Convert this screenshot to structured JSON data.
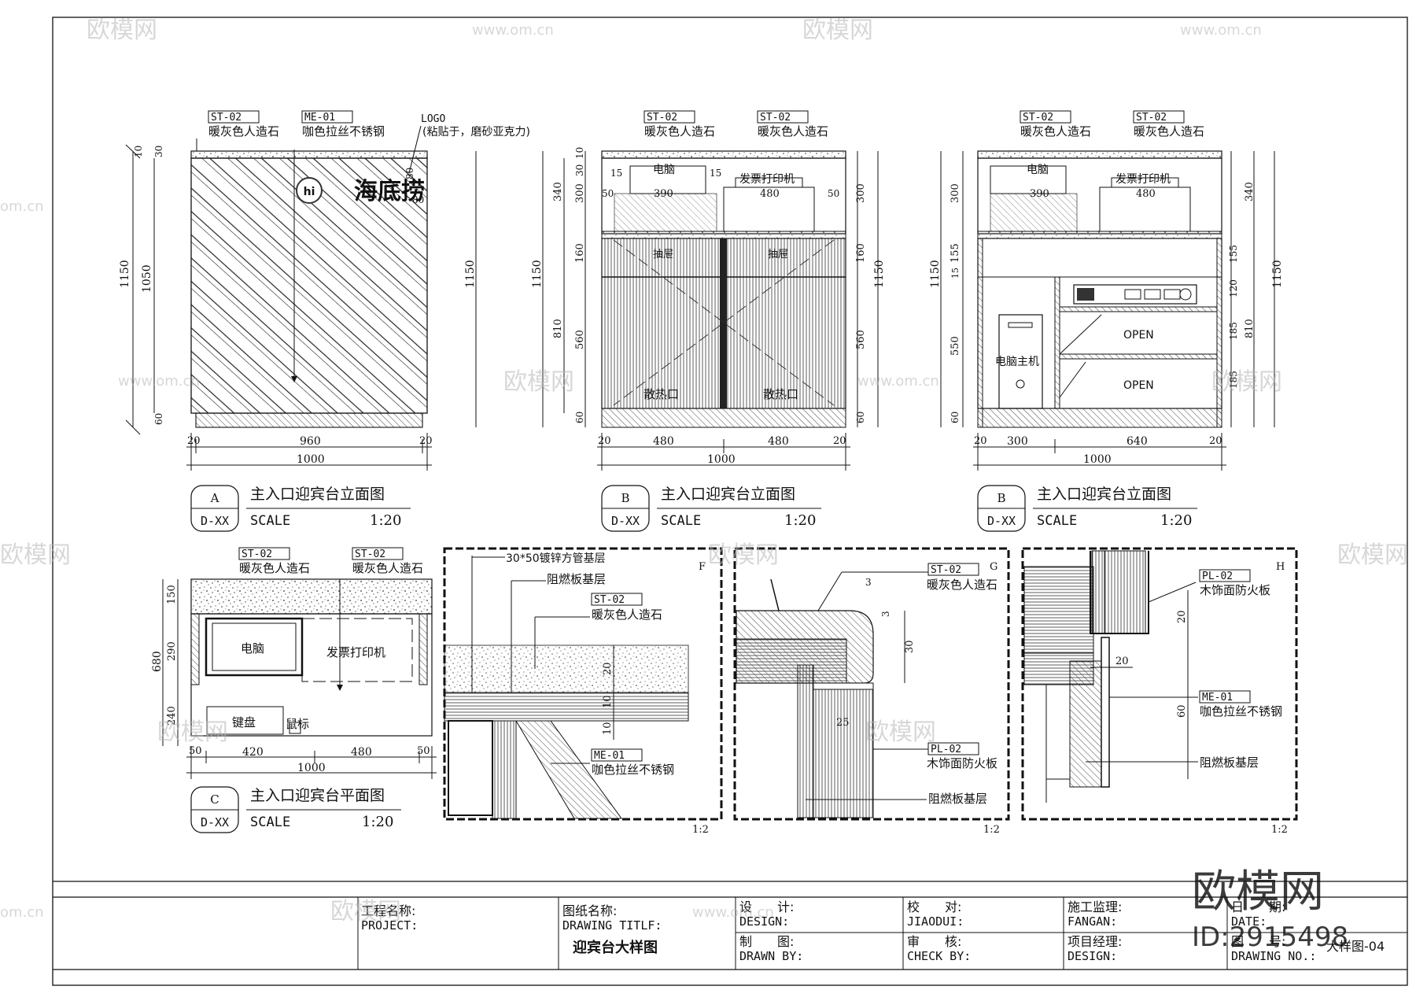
{
  "watermark": {
    "brand": "欧模网",
    "site": "www.om.cn",
    "site_short": "om.cn",
    "id": "ID:2915498"
  },
  "views": {
    "a": {
      "letter": "A",
      "sheet_ref": "D-XX",
      "title": "主入口迎宾台立面图",
      "scale_label": "SCALE",
      "scale": "1:20"
    },
    "b1": {
      "letter": "B",
      "sheet_ref": "D-XX",
      "title": "主入口迎宾台立面图",
      "scale_label": "SCALE",
      "scale": "1:20"
    },
    "b2": {
      "letter": "B",
      "sheet_ref": "D-XX",
      "title": "主入口迎宾台立面图",
      "scale_label": "SCALE",
      "scale": "1:20"
    },
    "c": {
      "letter": "C",
      "sheet_ref": "D-XX",
      "title": "主入口迎宾台平面图",
      "scale_label": "SCALE",
      "scale": "1:20"
    }
  },
  "materials": {
    "st02_code": "ST-02",
    "st02_name": "暖灰色人造石",
    "me01_code": "ME-01",
    "me01_name": "咖色拉丝不锈钢",
    "pl02_code": "PL-02",
    "pl02_name": "木饰面防火板",
    "logo": "LOGO",
    "logo_note": "(粘贴于，磨砂亚克力)",
    "fire_board": "阻燃板基层",
    "steel_tube": "30*50镀锌方管基层"
  },
  "labels": {
    "computer": "电脑",
    "printer": "发票打印机",
    "drawer": "抽屉",
    "vent": "散热口",
    "host": "电脑主机",
    "open": "OPEN",
    "keyboard": "键盘",
    "mouse": "鼠标",
    "logo_brand": "海底捞"
  },
  "dims_a": {
    "top": "10",
    "top2": "30",
    "h_total": "1150",
    "h_body": "1050",
    "base": "60",
    "logo_h": "80",
    "logo_w": "80",
    "w_side": "20",
    "w_mid": "960",
    "w_total": "1000"
  },
  "dims_b": {
    "d10": "10",
    "d30": "30",
    "d340": "340",
    "d300": "300",
    "d160": "160",
    "d810": "810",
    "d560": "560",
    "d60": "60",
    "d1150": "1150",
    "d15": "15",
    "d50": "50",
    "d390": "390",
    "d480": "480",
    "d20": "20",
    "d1000": "1000"
  },
  "dims_b2": {
    "d155": "155",
    "d15": "15",
    "d550": "550",
    "d120": "120",
    "d20": "20",
    "d185": "185",
    "d300": "300",
    "d640": "640",
    "d60": "60"
  },
  "dims_c": {
    "d150": "150",
    "d290": "290",
    "d680": "680",
    "d240": "240",
    "d50": "50",
    "d420": "420",
    "d480": "480",
    "d1000": "1000"
  },
  "details": {
    "f": {
      "tag": "F",
      "scale": "1:2",
      "d20": "20",
      "d10": "10"
    },
    "g": {
      "tag": "G",
      "scale": "1:2",
      "d3": "3",
      "d30": "30",
      "d25": "25"
    },
    "h": {
      "tag": "H",
      "scale": "1:2",
      "d20": "20",
      "d60": "60"
    }
  },
  "title_block": {
    "project_cn": "工程名称:",
    "project_en": "PROJECT:",
    "drawing_cn": "图纸名称:",
    "drawing_en": "DRAWING TITLF:",
    "drawing_value": "迎宾台大样图",
    "design_cn": "设　　计:",
    "design_en": "DESIGN:",
    "drawn_cn": "制　　图:",
    "drawn_en": "DRAWN BY:",
    "check1_cn": "校　　对:",
    "check1_en": "JIAODUI:",
    "check2_cn": "审　　核:",
    "check2_en": "CHECK BY:",
    "super_cn": "施工监理:",
    "super_en": "FANGAN:",
    "pm_cn": "项目经理:",
    "pm_en": "DESIGN:",
    "date_cn": "日　　期:",
    "date_en": "DATE:",
    "no_cn": "图　　号:",
    "no_en": "DRAWING NO.:",
    "no_value": "大样图-04"
  }
}
